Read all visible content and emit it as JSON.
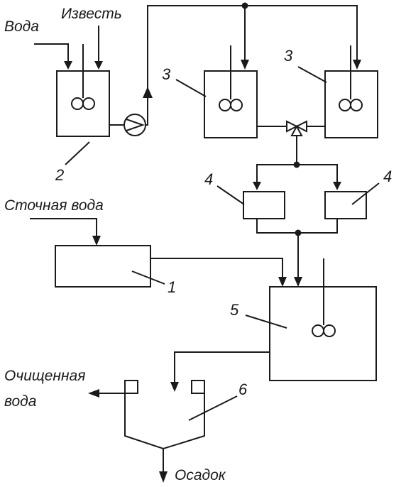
{
  "labels": {
    "water": "Вода",
    "lime": "Известь",
    "wastewater": "Сточная вода",
    "purified_water_line1": "Очищенная",
    "purified_water_line2": "вода",
    "sludge": "Осадок"
  },
  "numbers": {
    "n1": "1",
    "n2": "2",
    "n3a": "3",
    "n3b": "3",
    "n4a": "4",
    "n4b": "4",
    "n5": "5",
    "n6": "6"
  },
  "colors": {
    "line": "#1a1a1a",
    "background": "#ffffff"
  },
  "icons": {
    "mixer": "mixer-icon",
    "pump": "pump-icon",
    "valve": "three-way-valve-icon"
  }
}
